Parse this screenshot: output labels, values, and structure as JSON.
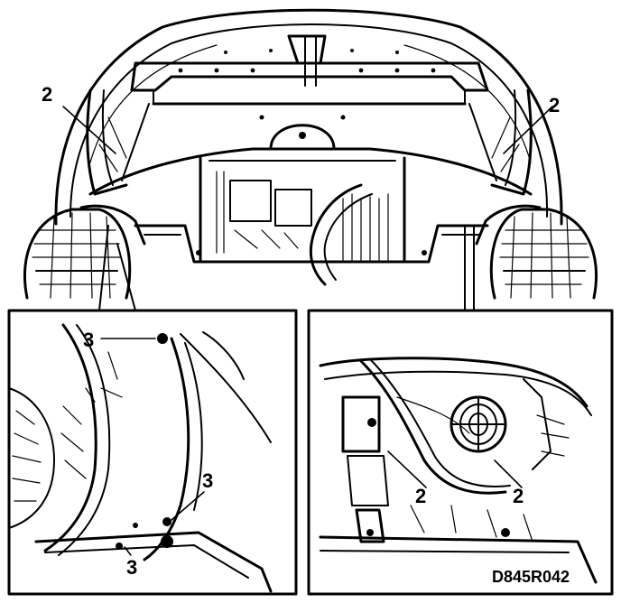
{
  "diagram": {
    "reference_code": "D845R042",
    "callouts": {
      "main_left": "2",
      "main_right": "2",
      "left_inset_top": "3",
      "left_inset_right": "3",
      "left_inset_bottom": "3",
      "right_inset_a": "2",
      "right_inset_b": "2"
    }
  }
}
